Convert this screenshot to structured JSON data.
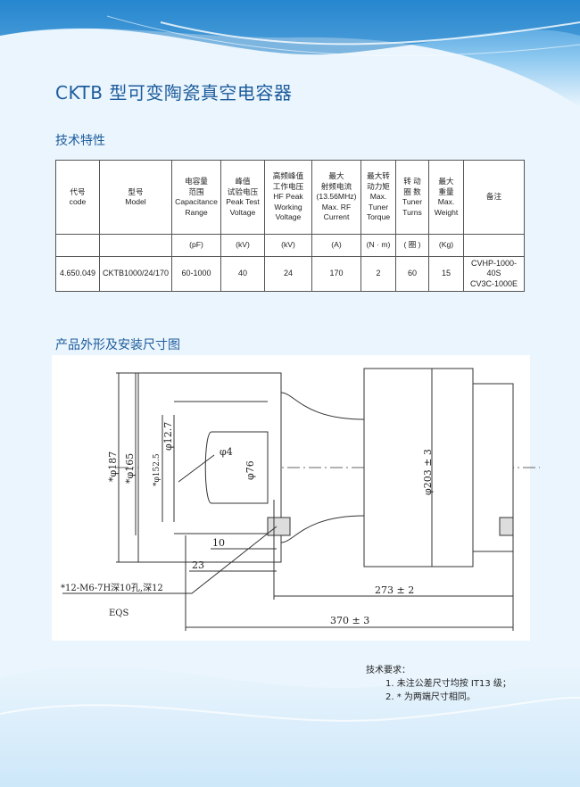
{
  "title": "CKTB 型可变陶瓷真空电容器",
  "section_specs": "技术特性",
  "section_drawing": "产品外形及安装尺寸图",
  "table": {
    "headers": [
      [
        "代号",
        "code"
      ],
      [
        "型号",
        "Model"
      ],
      [
        "电容量",
        "范围",
        "Capacitance",
        "Range"
      ],
      [
        "峰值",
        "试验电压",
        "Peak Test",
        "Voltage"
      ],
      [
        "高频峰值",
        "工作电压",
        "HF Peak",
        "Working",
        "Voltage"
      ],
      [
        "最大",
        "射频电流",
        "(13.56MHz)",
        "Max. RF",
        "Current"
      ],
      [
        "最大转",
        "动力矩",
        "Max.",
        "Tuner",
        "Torque"
      ],
      [
        "转 动",
        "圈 数",
        "Tuner",
        "Turns"
      ],
      [
        "最大",
        "重量",
        "Max.",
        "Weight"
      ],
      [
        "备注"
      ]
    ],
    "units": [
      "(pF)",
      "(kV)",
      "(kV)",
      "(A)",
      "(N · m)",
      "( 圈 )",
      "(Kg)"
    ],
    "row": [
      "4.650.049",
      "CKTB1000/24/170",
      "60-1000",
      "40",
      "24",
      "170",
      "2",
      "60",
      "15"
    ],
    "remark": [
      "CVHP-1000-40S",
      "CV3C-1000E"
    ]
  },
  "drawing": {
    "d187": "*φ187",
    "d165": "*φ165",
    "d152": "*φ152.5",
    "d127": "φ12.7",
    "d4": "φ4",
    "d76": "φ76",
    "d203": "φ203 ± 3",
    "dim10": "10",
    "dim23": "23",
    "dim273": "273 ± 2",
    "dim370": "370 ± 3",
    "thread": "*12-M6-7H深10孔,深12",
    "eqs": "EQS"
  },
  "notes": {
    "heading": "技术要求：",
    "items": [
      "1. 未注公差尺寸均按 IT13 级；",
      "2. * 为两端尺寸相同。"
    ]
  }
}
